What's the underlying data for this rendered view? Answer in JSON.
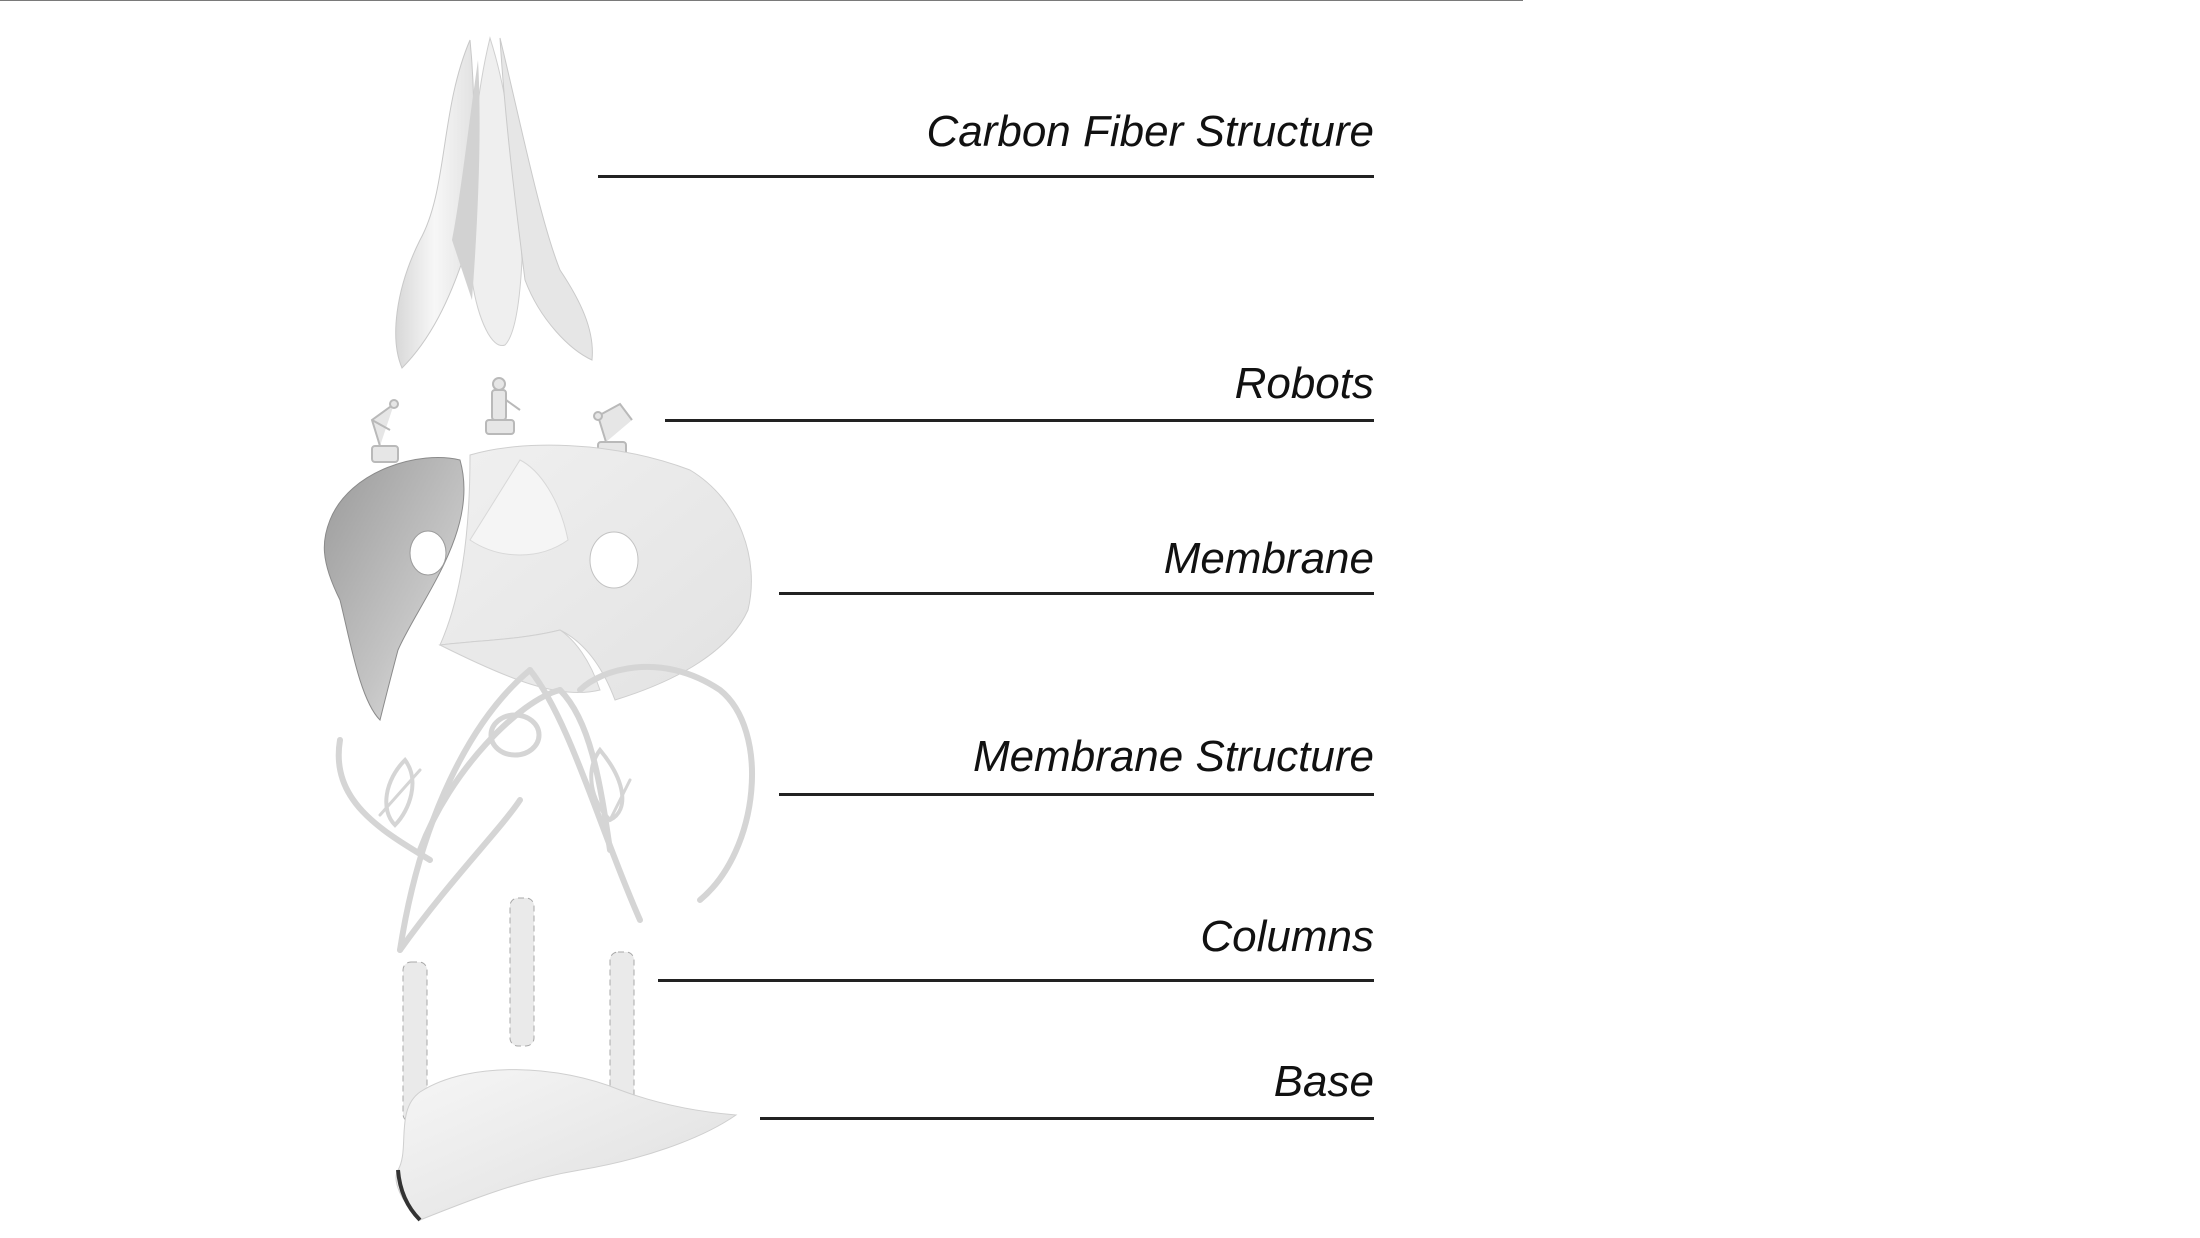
{
  "diagram": {
    "layers": [
      {
        "id": "carbon-fiber-structure",
        "label": "Carbon Fiber Structure"
      },
      {
        "id": "robots",
        "label": "Robots"
      },
      {
        "id": "membrane",
        "label": "Membrane"
      },
      {
        "id": "membrane-structure",
        "label": "Membrane Structure"
      },
      {
        "id": "columns",
        "label": "Columns"
      },
      {
        "id": "base",
        "label": "Base"
      }
    ],
    "colors": {
      "line": "#222222",
      "text": "#111111",
      "surface_light": "#f2f2f2",
      "surface_mid": "#dcdcdc",
      "surface_dark": "#8f8f8f"
    }
  }
}
